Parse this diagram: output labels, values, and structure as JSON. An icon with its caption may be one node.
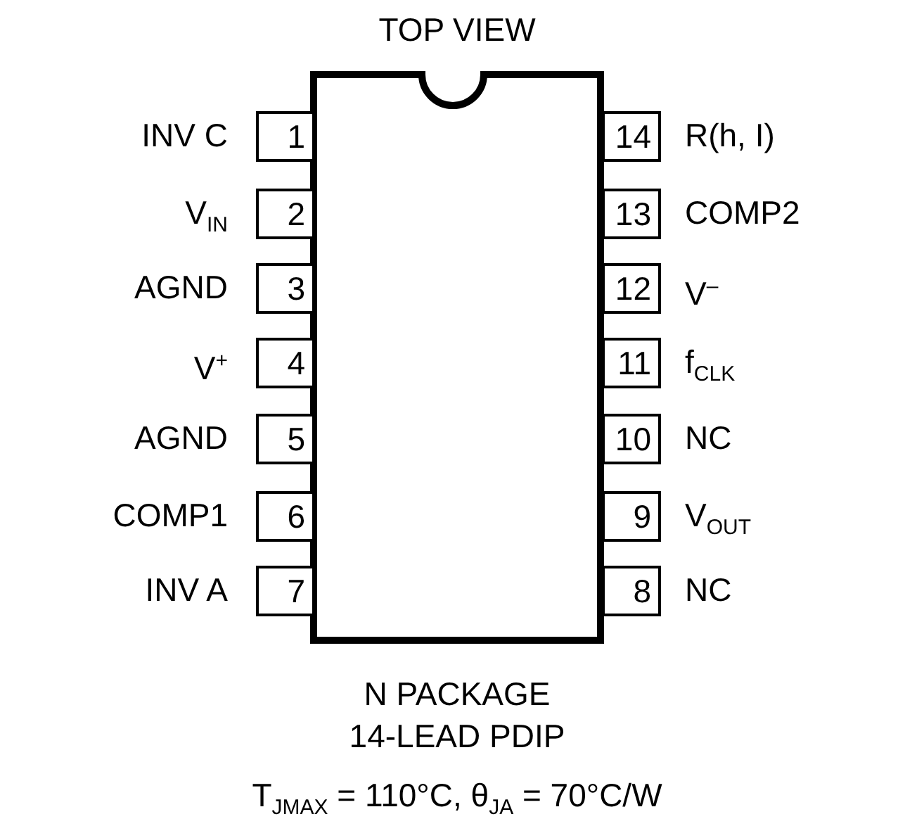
{
  "diagram": {
    "title": "TOP VIEW",
    "caption": "N PACKAGE 14-LEAD PDIP",
    "nodes": [
      {
        "text": [],
        "shape": "box"
      },
      {
        "text": [
          "1"
        ],
        "beside": [
          "INV C"
        ]
      },
      {
        "text": [
          "14"
        ],
        "beside": [
          "R(h, I)"
        ]
      },
      {
        "text": [
          "2"
        ],
        "beside": [
          "V$_{IN}$"
        ]
      },
      {
        "text": [
          "13"
        ],
        "beside": [
          "COMP2"
        ]
      },
      {
        "text": [
          "3"
        ],
        "beside": [
          "AGND"
        ]
      },
      {
        "text": [
          "12"
        ],
        "beside": [
          "V$^{–}$"
        ]
      },
      {
        "text": [
          "4"
        ],
        "beside": [
          "V$^{+}$"
        ]
      },
      {
        "text": [
          "11"
        ],
        "beside": [
          "f$_{CLK}$"
        ]
      },
      {
        "text": [
          "5"
        ],
        "beside": [
          "AGND"
        ]
      },
      {
        "text": [
          "10"
        ],
        "beside": [
          "NC"
        ]
      },
      {
        "text": [
          "6"
        ],
        "beside": [
          "COMP1"
        ]
      },
      {
        "text": [
          "9"
        ],
        "beside": [
          "V$_{OUT}$"
        ]
      },
      {
        "text": [
          "7"
        ],
        "beside": [
          "INV A"
        ]
      },
      {
        "text": [
          "8"
        ],
        "beside": [
          "NC"
        ]
      }
    ],
    "labels": [
      "T$_{JMAX}$ = 110°C, θ$_{JA}$ = 70°C/W"
    ]
  }
}
